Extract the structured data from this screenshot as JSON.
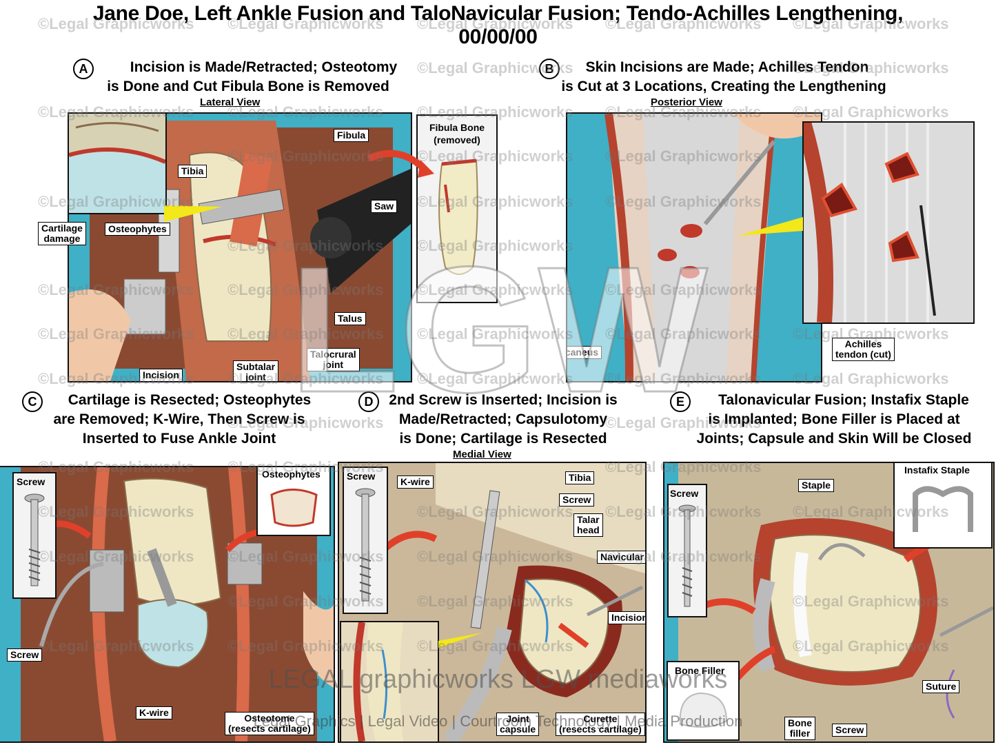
{
  "title_line1": "Jane Doe, Left Ankle Fusion and TaloNavicular Fusion; Tendo-Achilles Lengthening,",
  "title_line2": "00/00/00",
  "watermark": "©Legal Graphicworks",
  "big_watermark": "LGW",
  "footer_brand": "LEGAL graphicworks  LGW mediaworks",
  "footer_tagline": "Legal Graphics | Legal Video | Courtroom Technology | Media Production",
  "colors": {
    "teal": "#3fb0c6",
    "tissue": "#b5432e",
    "bone": "#efe7c4",
    "arrow": "#e0402a"
  },
  "panels": {
    "A": {
      "letter": "A",
      "caption_1": "Incision is Made/Retracted; Osteotomy",
      "caption_2": "is Done and Cut Fibula Bone is Removed",
      "view": "Lateral View",
      "labels": {
        "fibula": "Fibula",
        "tibia": "Tibia",
        "saw": "Saw",
        "cartilage_1": "Cartilage",
        "cartilage_2": "damage",
        "osteophytes": "Osteophytes",
        "talus": "Talus",
        "talocrural_1": "Talocrural",
        "talocrural_2": "joint",
        "subtalar_1": "Subtalar",
        "subtalar_2": "joint",
        "incision": "Incision"
      },
      "fibula_inset_1": "Fibula Bone",
      "fibula_inset_2": "(removed)"
    },
    "B": {
      "letter": "B",
      "caption_1": "Skin Incisions are Made; Achilles Tendon",
      "caption_2": "is Cut at 3 Locations, Creating the Lengthening",
      "view": "Posterior View",
      "labels": {
        "calcaneus": "Calcaneus",
        "achilles_1": "Achilles",
        "achilles_2": "tendon (cut)"
      }
    },
    "C": {
      "letter": "C",
      "caption_1": "Cartilage is Resected; Osteophytes",
      "caption_2": "are Removed; K-Wire, Then Screw is",
      "caption_3": "Inserted to Fuse Ankle Joint",
      "labels": {
        "screw_inset": "Screw",
        "osteophytes": "Osteophytes",
        "screw": "Screw",
        "kwire": "K-wire",
        "osteotome_1": "Osteotome",
        "osteotome_2": "(resects cartilage)"
      }
    },
    "D": {
      "letter": "D",
      "caption_1": "2nd Screw is Inserted; Incision is",
      "caption_2": "Made/Retracted; Capsulotomy",
      "caption_3": "is Done; Cartilage is Resected",
      "view": "Medial View",
      "labels": {
        "screw_inset": "Screw",
        "kwire": "K-wire",
        "tibia": "Tibia",
        "screw": "Screw",
        "talar_1": "Talar",
        "talar_2": "head",
        "navicular": "Navicular",
        "incision": "Incision",
        "joint_1": "Joint",
        "joint_2": "capsule",
        "curette_1": "Curette",
        "curette_2": "(resects cartilage)"
      }
    },
    "E": {
      "letter": "E",
      "caption_1": "Talonavicular Fusion; Instafix Staple",
      "caption_2": "is Implanted; Bone Filler is Placed at",
      "caption_3": "Joints; Capsule and Skin Will be Closed",
      "labels": {
        "screw_inset": "Screw",
        "staple_inset": "Instafix Staple",
        "staple": "Staple",
        "bone_filler_inset": "Bone Filler",
        "bone_1": "Bone",
        "bone_2": "filler",
        "screw": "Screw",
        "suture": "Suture"
      }
    }
  }
}
